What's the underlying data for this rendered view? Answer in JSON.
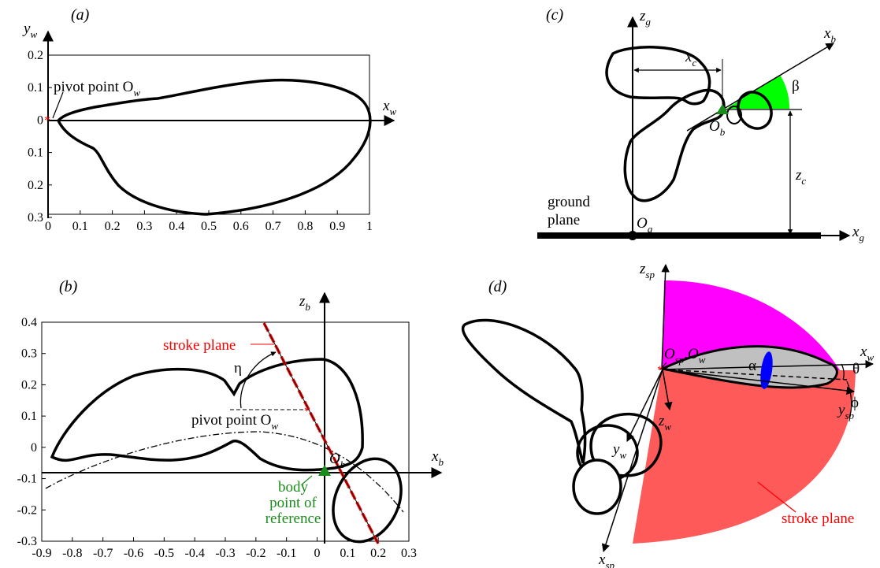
{
  "panels": {
    "a": {
      "label": "(a)",
      "x_ticks": [
        "0",
        "0.1",
        "0.2",
        "0.3",
        "0.4",
        "0.5",
        "0.6",
        "0.7",
        "0.8",
        "0.9",
        "1"
      ],
      "y_ticks": [
        "0.2",
        "0.1",
        "0",
        "0.1",
        "0.2",
        "0.3"
      ],
      "pivot_label": "pivot point O",
      "pivot_sub": "w",
      "x_axis": "x",
      "x_axis_sub": "w",
      "y_axis": "y",
      "y_axis_sub": "w"
    },
    "b": {
      "label": "(b)",
      "x_ticks": [
        "-0.9",
        "-0.8",
        "-0.7",
        "-0.6",
        "-0.5",
        "-0.4",
        "-0.3",
        "-0.2",
        "-0.1",
        "0",
        "0.1",
        "0.2",
        "0.3"
      ],
      "y_ticks": [
        "0.4",
        "0.3",
        "0.2",
        "0.1",
        "0",
        "-0.1",
        "-0.2",
        "-0.3"
      ],
      "stroke_plane": "stroke plane",
      "eta": "η",
      "pivot_label": "pivot point O",
      "pivot_sub": "w",
      "ob": "O",
      "ob_sub": "b",
      "body_ref": [
        "body",
        "point of",
        "reference"
      ],
      "x_axis": "x",
      "x_axis_sub": "b",
      "z_axis": "z",
      "z_axis_sub": "b"
    },
    "c": {
      "label": "(c)",
      "zg": "z",
      "zg_sub": "g",
      "xb": "x",
      "xb_sub": "b",
      "xc": "x",
      "xc_sub": "c",
      "beta": "β",
      "ob": "O",
      "ob_sub": "b",
      "zc": "z",
      "zc_sub": "c",
      "ground": [
        "ground",
        "plane"
      ],
      "og": "O",
      "og_sub": "g",
      "xg": "x",
      "xg_sub": "g"
    },
    "d": {
      "label": "(d)",
      "zsp": "z",
      "zsp_sub": "sp",
      "xw": "x",
      "xw_sub": "w",
      "theta": "θ",
      "alpha": "α",
      "osp": "O",
      "osp_sub": "sp",
      "ow": ",O",
      "ow_sub": "w",
      "phi": "ϕ",
      "ysp": "y",
      "ysp_sub": "sp",
      "zw": "z",
      "zw_sub": "w",
      "yw": "y",
      "yw_sub": "w",
      "xsp": "x",
      "xsp_sub": "sp",
      "stroke_plane": "stroke plane"
    }
  },
  "colors": {
    "magenta": "#ff00ff",
    "salmon": "#ff5a5a",
    "green": "#00ff00",
    "dark_green": "#1a8c1a",
    "red": "#ff0000",
    "blue": "#0000ff",
    "gray": "#c0c0c0"
  }
}
